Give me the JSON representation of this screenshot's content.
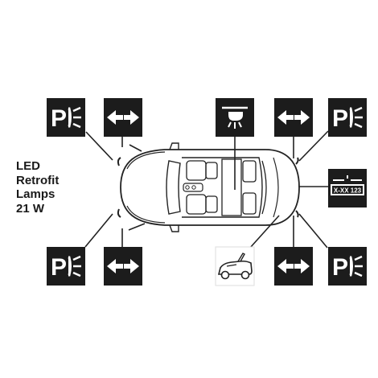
{
  "caption": {
    "lines": [
      "LED",
      "Retrofit",
      "Lamps",
      "21 W"
    ]
  },
  "icons": {
    "parking": {
      "name": "parking-light-icon",
      "letter": "P"
    },
    "indicator": {
      "name": "turn-indicator-icon"
    },
    "interior": {
      "name": "interior-light-icon"
    },
    "plate": {
      "name": "license-plate-light-icon",
      "text": "X-XX 123"
    },
    "trunk": {
      "name": "trunk-light-icon"
    }
  },
  "colors": {
    "icon_bg": "#1c1c1c",
    "icon_fg": "#ffffff",
    "line": "#222222",
    "text": "#1a1a1a"
  }
}
